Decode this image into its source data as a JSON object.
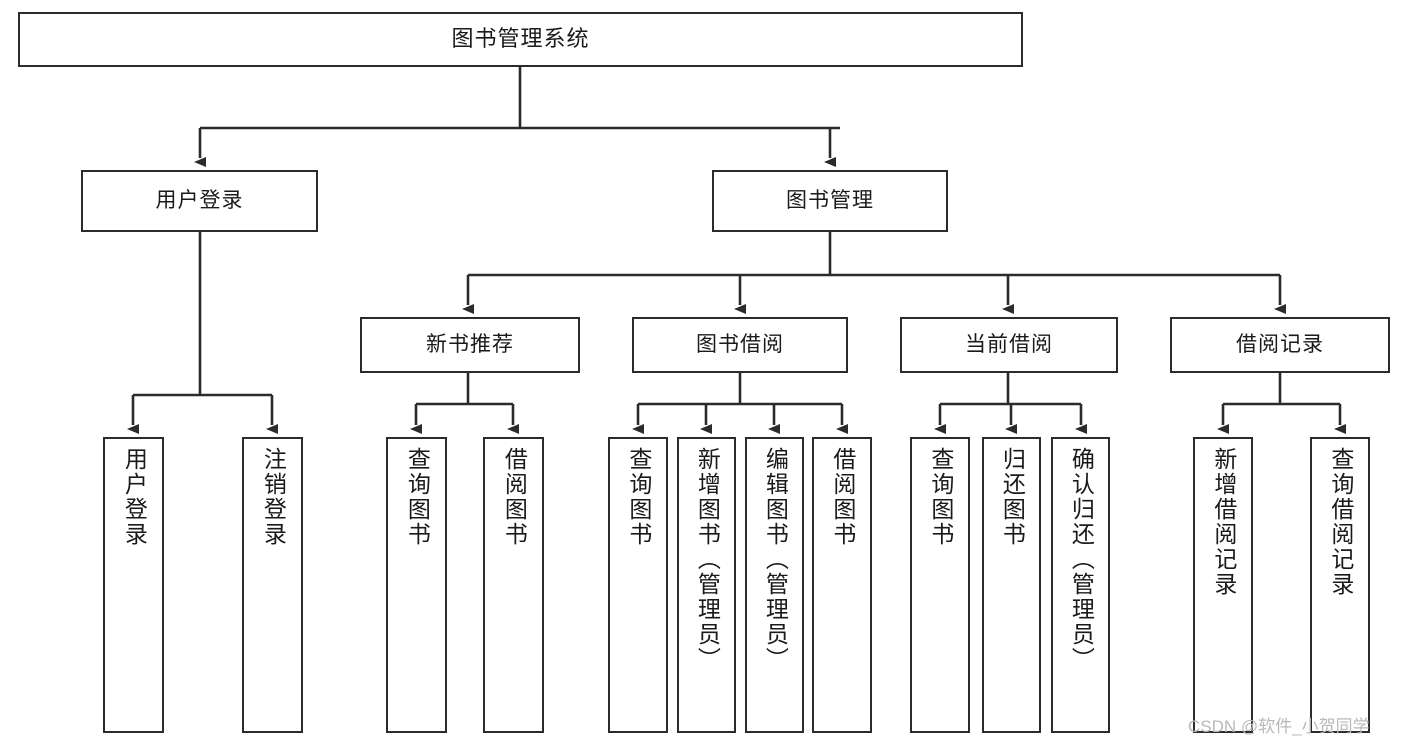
{
  "diagram": {
    "title": "图书管理系统",
    "type": "tree-hierarchy-diagram",
    "watermark": "CSDN @软件_小贺同学",
    "colors": {
      "box_border": "#2b2b2b",
      "box_fill": "#ffffff",
      "edge": "#2b2b2b",
      "text": "#1a1a1a",
      "watermark": "#b9b9b9",
      "background": "#ffffff"
    },
    "nodes": {
      "root": {
        "label": "图书管理系统"
      },
      "level2": [
        {
          "id": "user-login",
          "label": "用户登录"
        },
        {
          "id": "book-management",
          "label": "图书管理"
        }
      ],
      "level3": [
        {
          "id": "new-book-recommend",
          "label": "新书推荐"
        },
        {
          "id": "book-borrow",
          "label": "图书借阅"
        },
        {
          "id": "current-borrow",
          "label": "当前借阅"
        },
        {
          "id": "borrow-record",
          "label": "借阅记录"
        }
      ],
      "leaves": {
        "user-login": [
          {
            "id": "leaf-user-login",
            "label": "用户登录"
          },
          {
            "id": "leaf-logout-login",
            "label": "注销登录"
          }
        ],
        "new-book-recommend": [
          {
            "id": "leaf-query-book-1",
            "label": "查询图书"
          },
          {
            "id": "leaf-borrow-book-1",
            "label": "借阅图书"
          }
        ],
        "book-borrow": [
          {
            "id": "leaf-query-book-2",
            "label": "查询图书"
          },
          {
            "id": "leaf-add-book-admin",
            "label": "新增图书（管理员）"
          },
          {
            "id": "leaf-edit-book-admin",
            "label": "编辑图书（管理员）"
          },
          {
            "id": "leaf-borrow-book-2",
            "label": "借阅图书"
          }
        ],
        "current-borrow": [
          {
            "id": "leaf-query-book-3",
            "label": "查询图书"
          },
          {
            "id": "leaf-return-book",
            "label": "归还图书"
          },
          {
            "id": "leaf-confirm-return-admin",
            "label": "确认归还（管理员）"
          }
        ],
        "borrow-record": [
          {
            "id": "leaf-add-borrow-record",
            "label": "新增借阅记录"
          },
          {
            "id": "leaf-query-borrow-record",
            "label": "查询借阅记录"
          }
        ]
      }
    }
  }
}
